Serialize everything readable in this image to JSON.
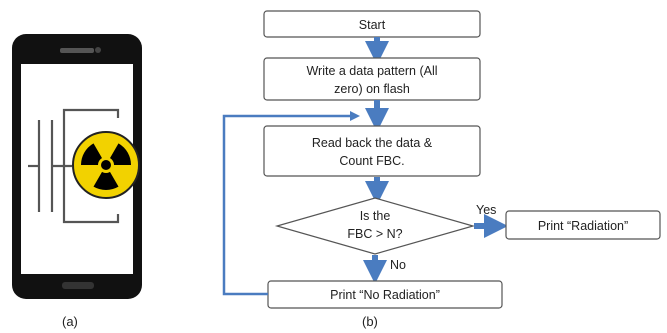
{
  "panel_a": {
    "caption": "(a)",
    "colors": {
      "body": "#111111",
      "screen": "#ffffff",
      "symbol": "#555555",
      "hazard_yellow": "#f2d200",
      "hazard_black": "#000000"
    },
    "icons": [
      "phone-icon",
      "capacitor-symbol",
      "radiation-hazard-icon"
    ]
  },
  "panel_b": {
    "caption": "(b)",
    "nodes": {
      "start": "Start",
      "write_line1": "Write a data pattern (All",
      "write_line2": "zero) on flash",
      "read_line1": "Read back the data &",
      "read_line2": "Count FBC.",
      "decision_line1": "Is the",
      "decision_line2": "FBC > N?",
      "radiation": "Print “Radiation”",
      "no_radiation": "Print “No Radiation”"
    },
    "edge_labels": {
      "yes": "Yes",
      "no": "No"
    },
    "colors": {
      "arrow": "#4a7cc0",
      "box_border": "#555555",
      "loop_line": "#4a7cc0"
    }
  }
}
